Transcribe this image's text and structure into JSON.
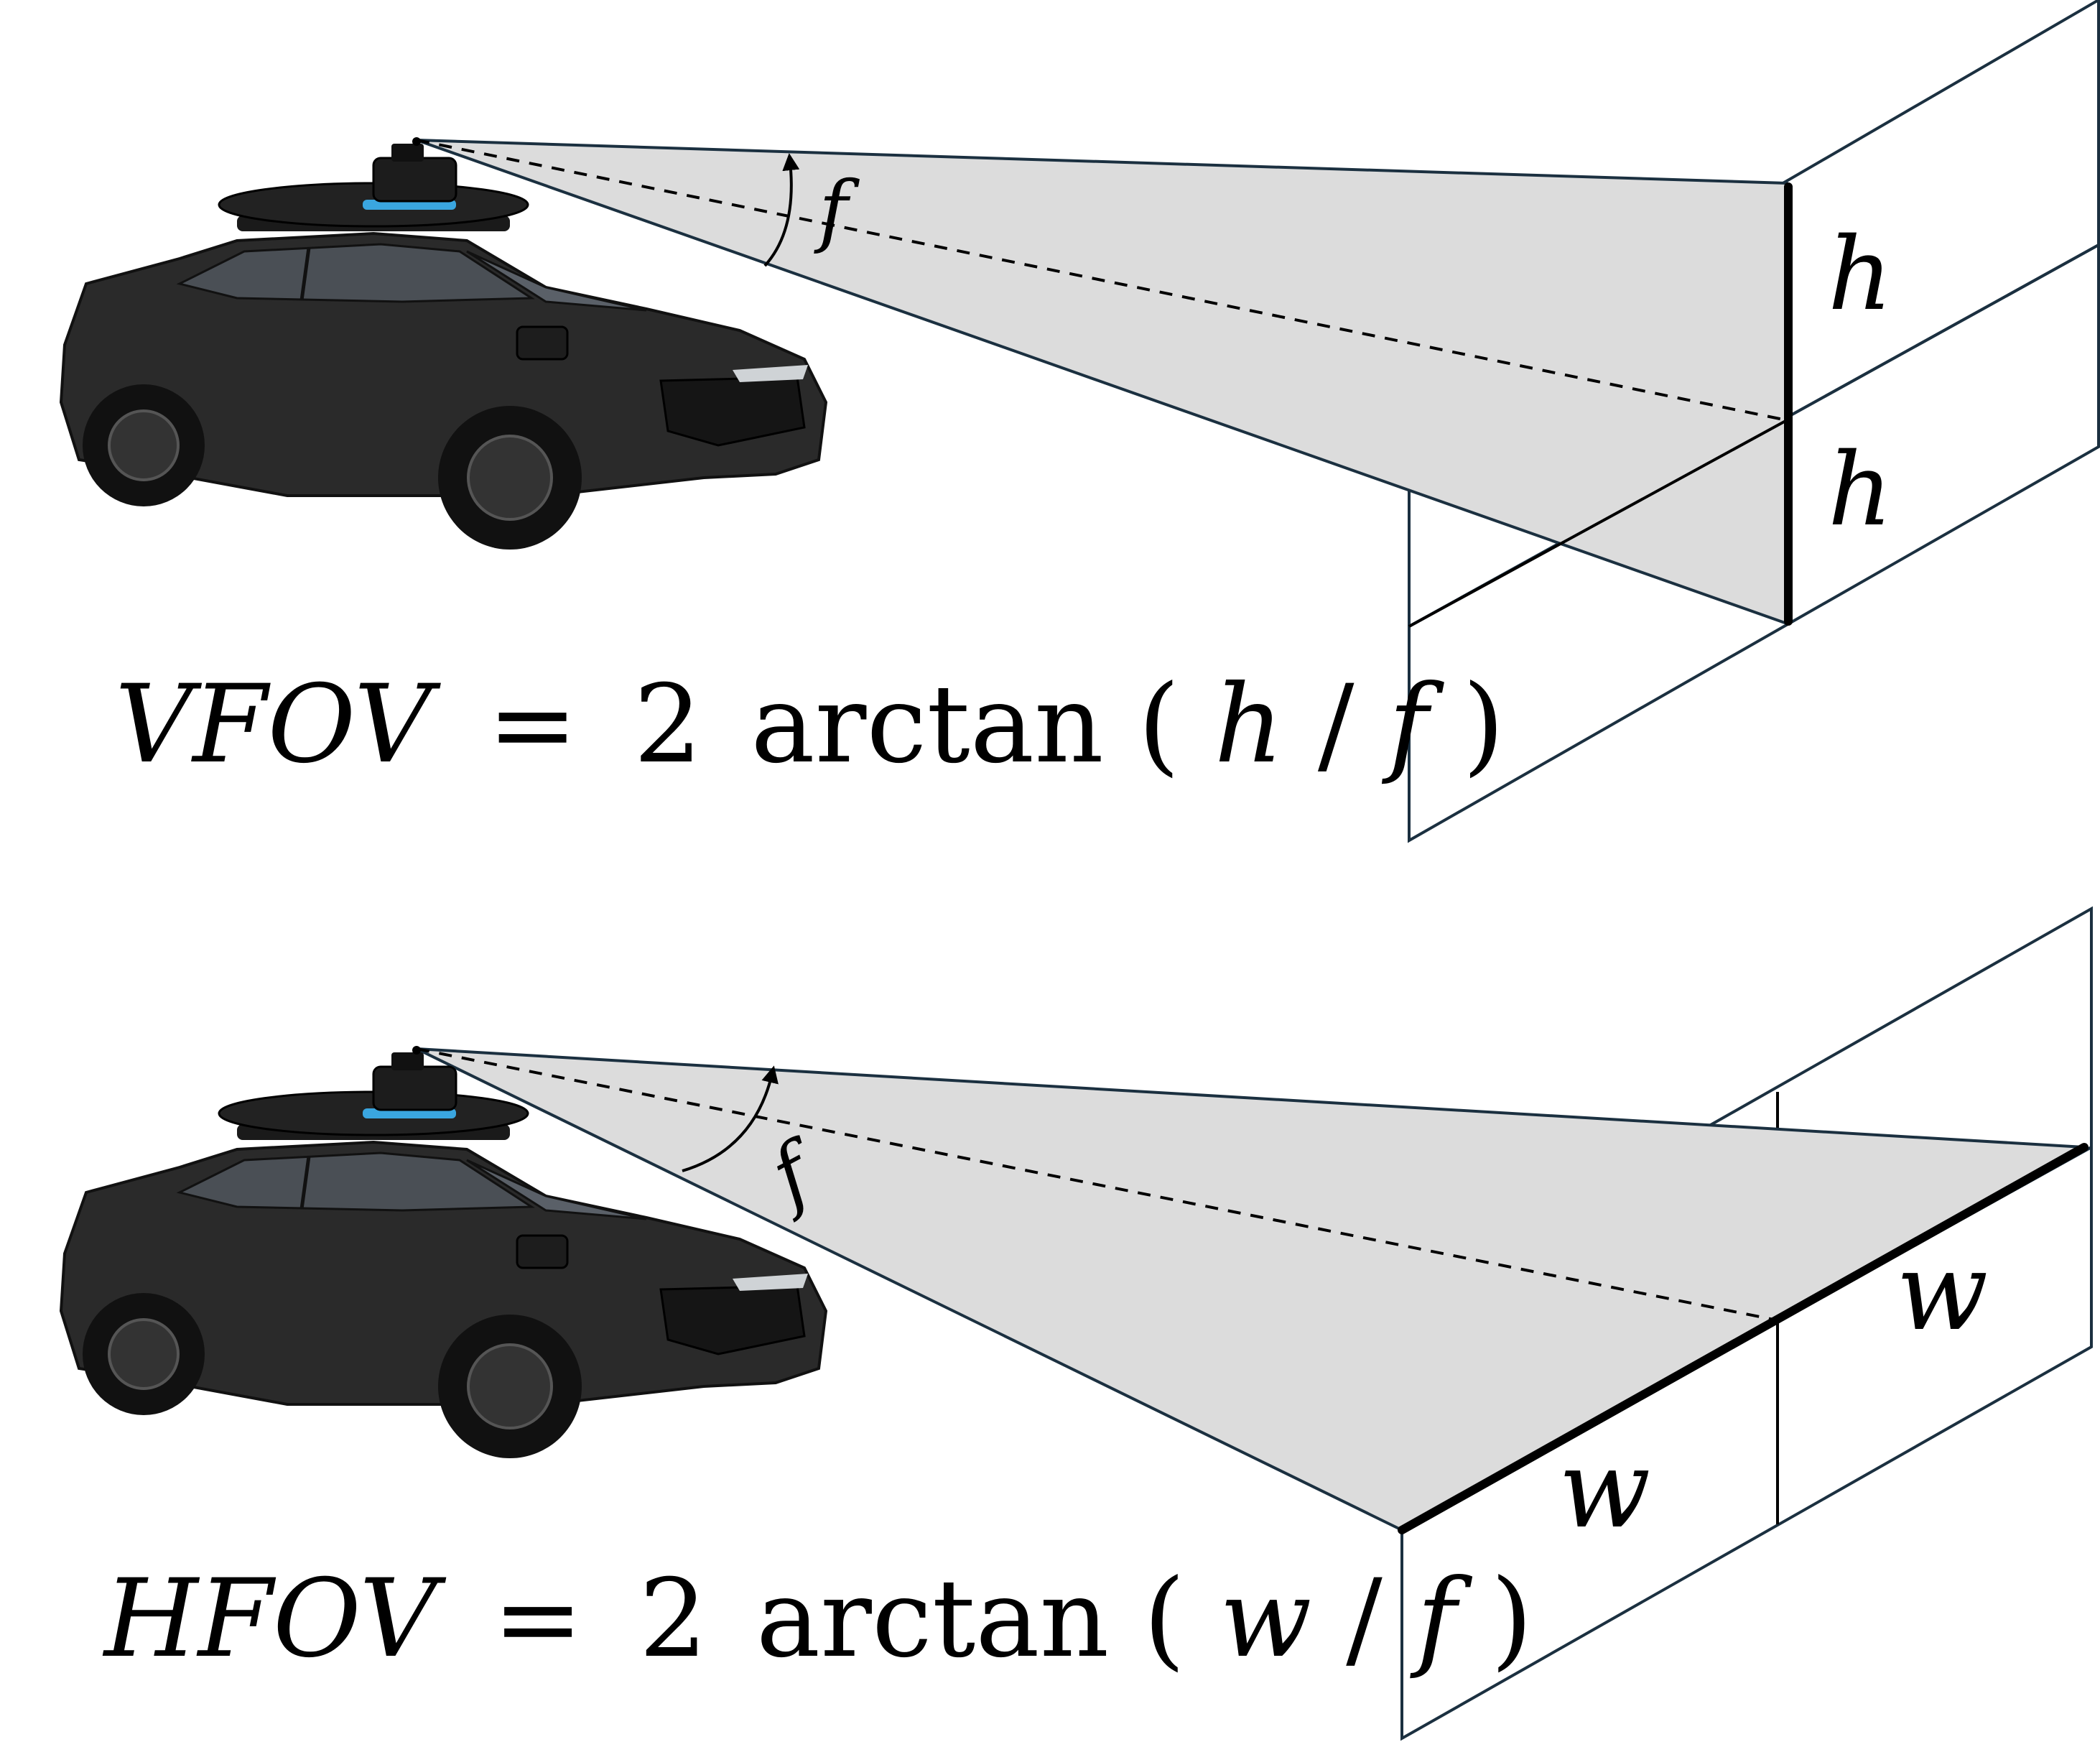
{
  "panels": [
    {
      "id": "vertical",
      "formula": {
        "lhs": "VFOV",
        "equals": "=",
        "coef": "2",
        "func": "arctan",
        "open": "(",
        "arg": "h",
        "slash": "/",
        "den": "f",
        "close": ")"
      },
      "focal_label": "f",
      "dim_labels": [
        "h",
        "h"
      ]
    },
    {
      "id": "horizontal",
      "formula": {
        "lhs": "HFOV",
        "equals": "=",
        "coef": "2",
        "func": "arctan",
        "open": "(",
        "arg": "w",
        "slash": "/",
        "den": "f",
        "close": ")"
      },
      "focal_label": "f",
      "dim_labels": [
        "w",
        "w"
      ]
    }
  ],
  "colors": {
    "beam_fill": "#dcdcdc",
    "frame_stroke": "#1b3040",
    "car_body": "#2a2a2a",
    "sensor_accent": "#3aa6e0"
  },
  "icons": [
    "autonomous-car-icon",
    "lidar-sensor-icon",
    "curved-arrow-icon"
  ]
}
